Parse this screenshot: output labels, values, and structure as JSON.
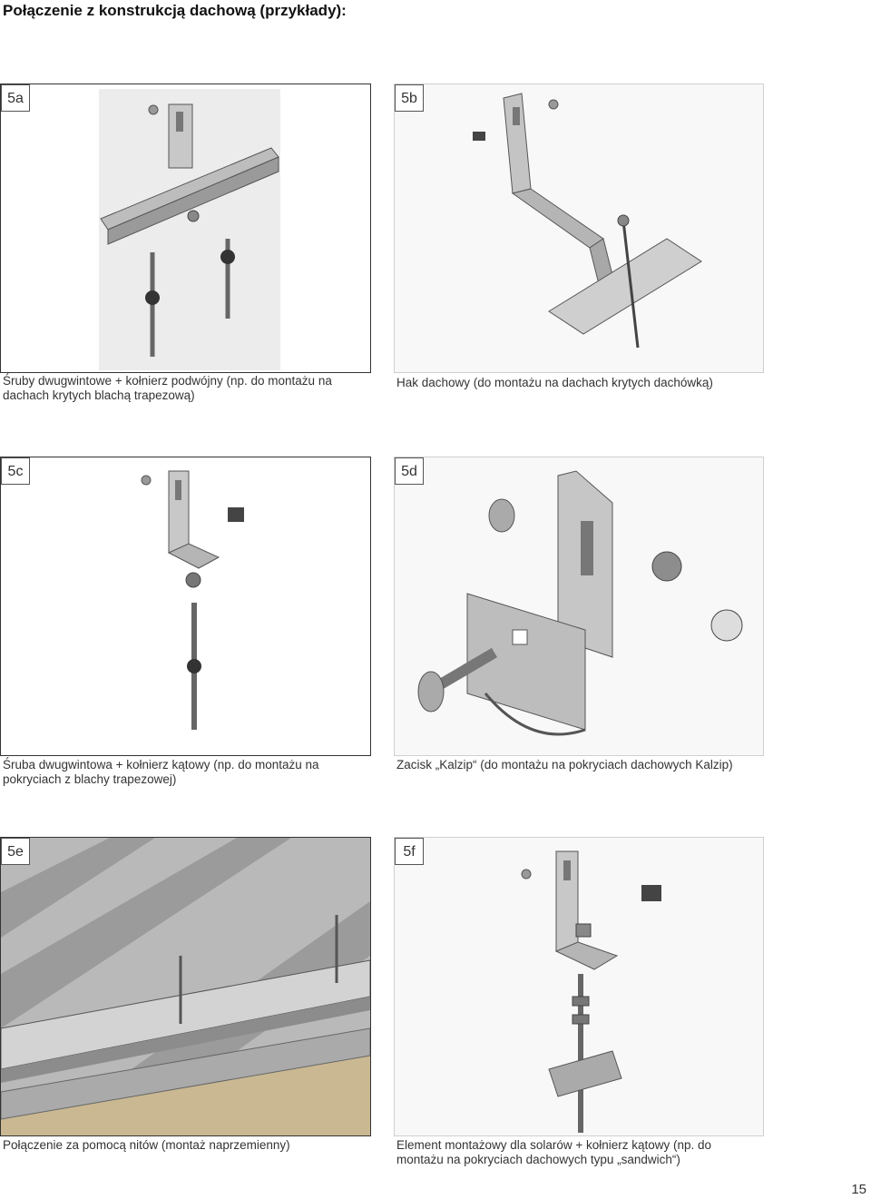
{
  "page": {
    "title": "Połączenie z konstrukcją dachową (przykłady):",
    "page_number": "15"
  },
  "figures": [
    {
      "id": "5a",
      "caption": "Śruby dwugwintowe + kołnierz podwójny (np. do montażu na dachach krytych blachą trapezową)"
    },
    {
      "id": "5b",
      "caption": "Hak dachowy (do montażu na dachach krytych dachówką)"
    },
    {
      "id": "5c",
      "caption": "Śruba dwugwintowa + kołnierz kątowy (np. do montażu na pokryciach z blachy trapezowej)"
    },
    {
      "id": "5d",
      "caption": "Zacisk „Kalzip“ (do montażu na pokryciach dachowych Kalzip)"
    },
    {
      "id": "5e",
      "caption": "Połączenie za pomocą nitów (montaż naprzemienny)"
    },
    {
      "id": "5f",
      "caption": "Element montażowy dla solarów + kołnierz kątowy (np. do montażu na pokryciach dachowych typu „sandwich“)"
    }
  ]
}
